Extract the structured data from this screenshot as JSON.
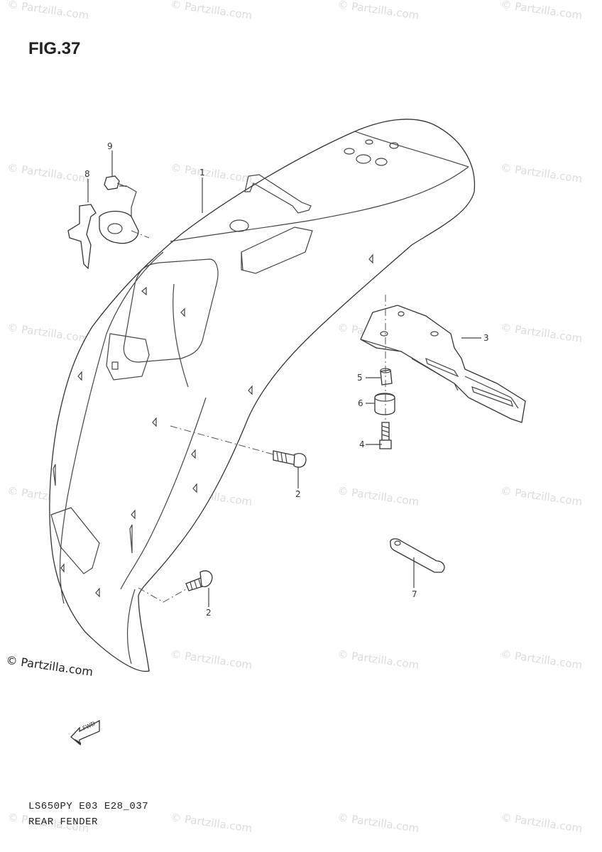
{
  "figure": {
    "title": "FIG.37"
  },
  "watermark": "© Partzilla.com",
  "copyright": "© Partzilla.com",
  "callouts": [
    "1",
    "2",
    "2",
    "3",
    "4",
    "5",
    "6",
    "7",
    "8",
    "9"
  ],
  "direction_marker": "FWD",
  "footer": {
    "model_code": "LS650PY E03 E28_037",
    "diagram_name": "REAR FENDER"
  }
}
